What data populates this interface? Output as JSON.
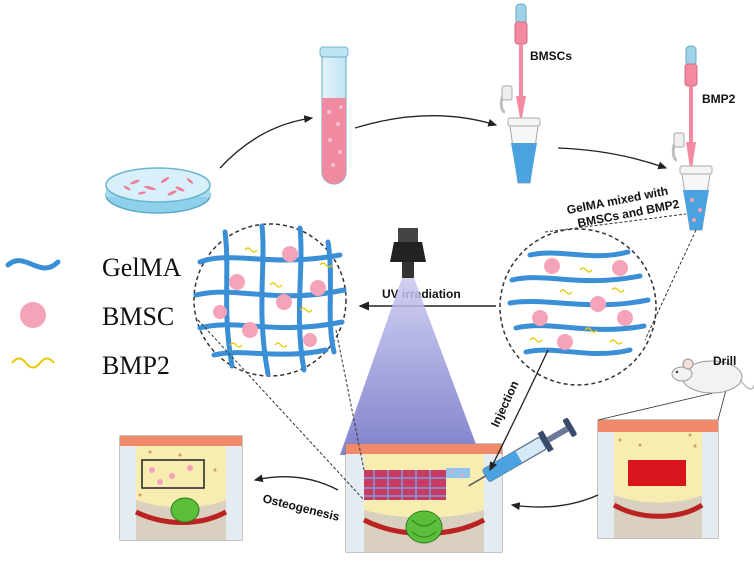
{
  "legend": {
    "gelma": "GelMA",
    "bmsc": "BMSC",
    "bmp2": "BMP2"
  },
  "labels": {
    "bmscs": "BMSCs",
    "bmp2": "BMP2",
    "mixed_line1": "GelMA mixed with",
    "mixed_line2": "BMSCs and BMP2",
    "uv": "UV irradiation",
    "injection": "Injection",
    "drill": "Drill",
    "osteogenesis": "Osteogenesis"
  },
  "colors": {
    "gelma_fiber": "#3a8fd6",
    "bmsc_cell": "#f5a3b8",
    "bmp2_factor": "#e8c800",
    "medium_pink": "#f08aa0",
    "hydrogel_blue": "#4aa3e0",
    "uv_light": "#7f7fd0",
    "defect_red": "#d8141c",
    "bone_yellow": "#f7edb0"
  }
}
